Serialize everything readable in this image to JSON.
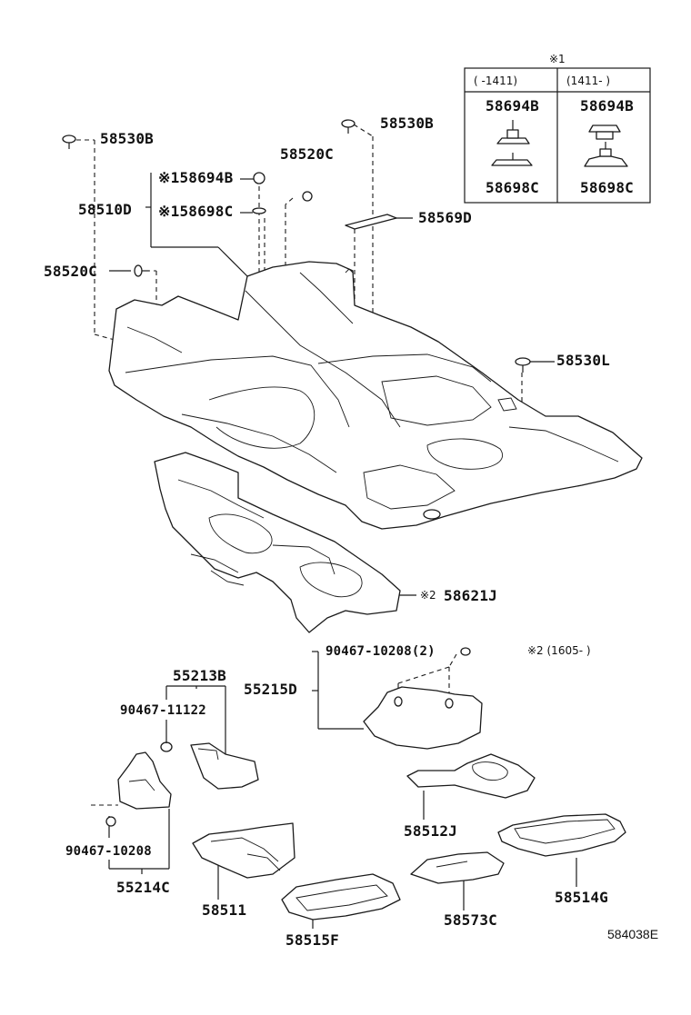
{
  "note_box": {
    "mark": "※1",
    "col_left_header": "(    -1411)",
    "col_right_header": "(1411-    )",
    "left_top_part": "58694B",
    "left_bottom_part": "58698C",
    "right_top_part": "58694B",
    "right_bottom_part": "58698C"
  },
  "callouts": {
    "p58530b_left": "58530B",
    "p58530b_right": "58530B",
    "p58520c_top": "58520C",
    "p58694b": "※158694B",
    "p58698c": "※158698C",
    "p58510d": "58510D",
    "p58569d": "58569D",
    "p58520c_left": "58520C",
    "p58530l": "58530L",
    "p58621j": "58621J",
    "p58621j_mark": "※2",
    "p90467_10208_2": "90467-10208(2)",
    "note2": "※2 (1605-      )",
    "p55215d": "55215D",
    "p55213b": "55213B",
    "p90467_11122": "90467-11122",
    "p90467_10208": "90467-10208",
    "p55214c": "55214C",
    "p58512j": "58512J",
    "p58514g": "58514G",
    "p58511": "58511",
    "p58573c": "58573C",
    "p58515f": "58515F"
  },
  "diagram_code": "584038E"
}
